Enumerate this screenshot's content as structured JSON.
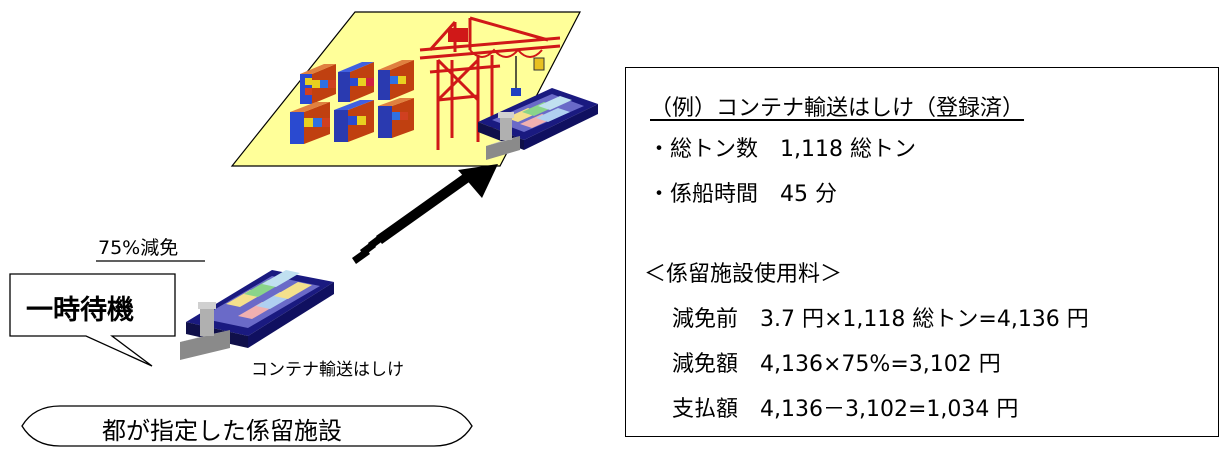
{
  "discount_label": "75%減免",
  "standby_label": "一時待機",
  "barge_caption": "コンテナ輸送はしけ",
  "berth_label": "都が指定した係留施設",
  "example": {
    "title": "（例）コンテナ輸送はしけ（登録済）",
    "tonnage": "・総トン数　1,118 総トン",
    "mooring_time": "・係船時間　45 分"
  },
  "fee": {
    "heading": "＜係留施設使用料＞",
    "before_discount": "減免前　3.7 円×1,118 総トン=4,136 円",
    "discount_amount": "減免額　4,136×75%=3,102 円",
    "payment": "支払額　4,136－3,102=1,034 円"
  },
  "colors": {
    "terminal_yard": "#ffff99",
    "crane": "#e02020",
    "barge_hull": "#1a1a80",
    "deck": "#6a6ac8",
    "quay": "#a8a8a8"
  }
}
